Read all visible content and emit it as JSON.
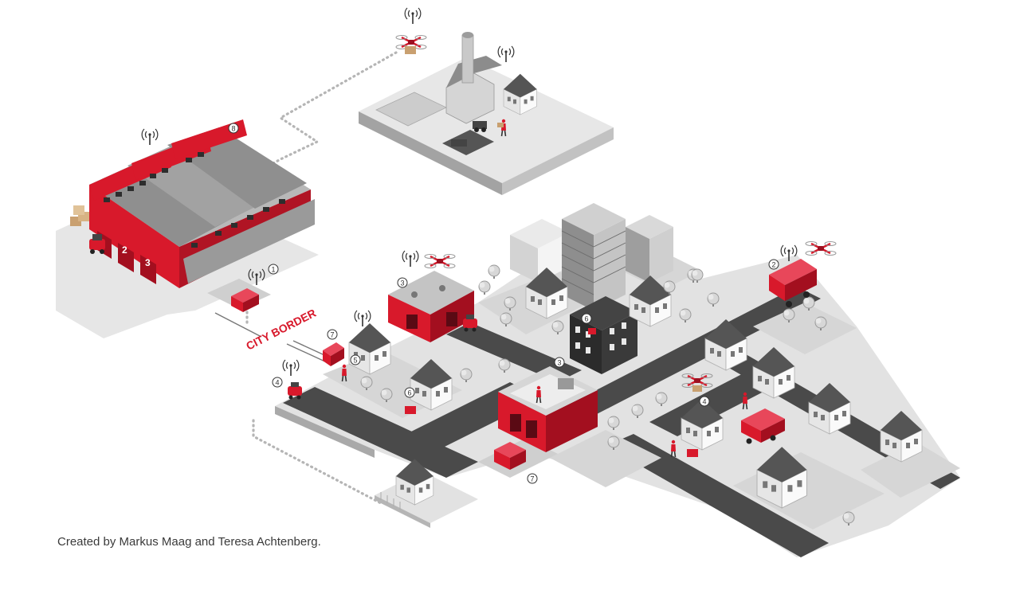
{
  "city_border_label": "CITY BORDER",
  "credit": "Created by Markus Maag and Teresa Achtenberg.",
  "warehouse_door_numbers": [
    "2",
    "3"
  ],
  "markers": {
    "m8": "8",
    "m1": "1",
    "m2": "2",
    "m3a": "3",
    "m3b": "3",
    "m4a": "4",
    "m4b": "4",
    "m5": "5",
    "m6a": "6",
    "m6b": "6",
    "m7a": "7",
    "m7b": "7"
  },
  "colors": {
    "accent": "#d8192b",
    "accent_dark": "#9c1020",
    "road": "#4a4a4a",
    "ground": "#e4e4e4",
    "lawn": "#cfcfcf",
    "building_light": "#f2f2f2",
    "building_mid": "#bdbdbd",
    "building_dark": "#2b2b2b"
  },
  "icons": [
    "antenna-icon",
    "drone-icon",
    "delivery-robot-icon",
    "truck-icon",
    "person-icon",
    "tree-icon"
  ]
}
